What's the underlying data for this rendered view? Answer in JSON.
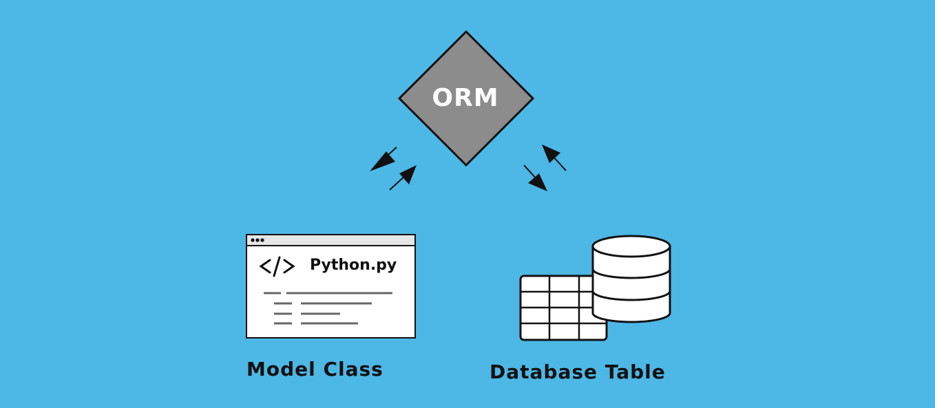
{
  "theme": {
    "background": "#4db7e6",
    "diamond_fill": "#8c8c8c",
    "stroke": "#111111"
  },
  "orm": {
    "label": "ORM"
  },
  "model_class": {
    "file_name": "Python.py",
    "code_icon": "code-brackets-icon",
    "label": "Model Class"
  },
  "database": {
    "icons": [
      "table-grid-icon",
      "database-cylinder-icon"
    ],
    "label": "Database Table"
  },
  "arrows": [
    "arrow-orm-to-model",
    "arrow-model-to-orm",
    "arrow-orm-to-database",
    "arrow-database-to-orm"
  ]
}
